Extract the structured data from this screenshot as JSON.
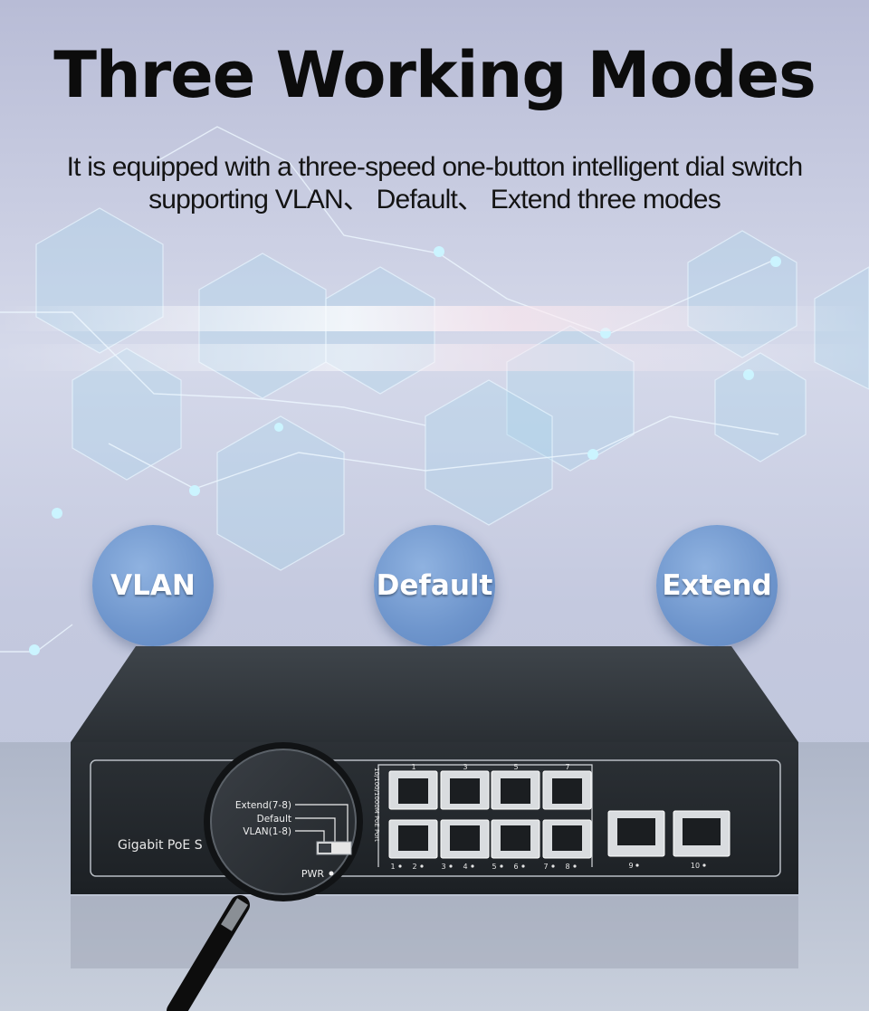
{
  "headline": "Three Working Modes",
  "subtitle_line1": "It is equipped with a three-speed one-button intelligent dial switch",
  "subtitle_line2": "supporting VLAN、 Default、 Extend three modes",
  "modes": [
    "VLAN",
    "Default",
    "Extend"
  ],
  "device": {
    "label": "Gigabit PoE S",
    "port_header": "10/100/1000M PoE Port",
    "top_port_numbers": [
      "1",
      "3",
      "5",
      "7"
    ],
    "bottom_port_numbers": [
      "2",
      "4",
      "6",
      "8"
    ],
    "uplink_numbers": [
      "9",
      "10"
    ],
    "port_row_marks": [
      "1",
      "2",
      "3",
      "4",
      "5",
      "6",
      "7",
      "8"
    ]
  },
  "magnifier": {
    "switch_labels": [
      "Extend(7-8)",
      "Default",
      "VLAN(1-8)"
    ],
    "pwr_label": "PWR"
  },
  "colors": {
    "mode_circle": "#6e95cc",
    "device_body": "#2e3338",
    "background": "#c9cfe2"
  }
}
